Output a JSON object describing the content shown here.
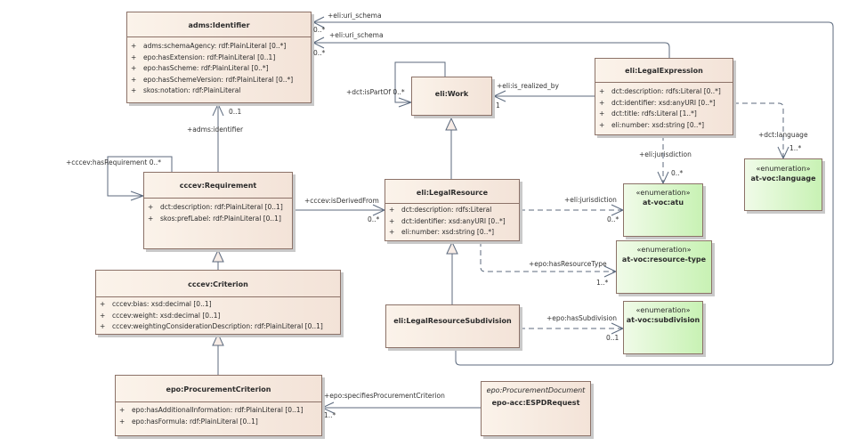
{
  "classes": {
    "identifier": {
      "name": "adms:Identifier",
      "attributes": [
        {
          "vis": "+",
          "text": "adms:schemaAgency: rdf:PlainLiteral [0..*]"
        },
        {
          "vis": "+",
          "text": "epo:hasExtension: rdf:PlainLiteral [0..1]"
        },
        {
          "vis": "+",
          "text": "epo:hasScheme: rdf:PlainLiteral [0..*]"
        },
        {
          "vis": "+",
          "text": "epo:hasSchemeVersion: rdf:PlainLiteral [0..*]"
        },
        {
          "vis": "+",
          "text": "skos:notation: rdf:PlainLiteral"
        }
      ]
    },
    "work": {
      "name": "eli:Work"
    },
    "legal_expression": {
      "name": "eli:LegalExpression",
      "attributes": [
        {
          "vis": "+",
          "text": "dct:description: rdfs:Literal [0..*]"
        },
        {
          "vis": "+",
          "text": "dct:identifier: xsd:anyURI [0..*]"
        },
        {
          "vis": "+",
          "text": "dct:title: rdfs:Literal [1..*]"
        },
        {
          "vis": "+",
          "text": "eli:number: xsd:string [0..*]"
        }
      ]
    },
    "requirement": {
      "name": "cccev:Requirement",
      "attributes": [
        {
          "vis": "+",
          "text": "dct:description: rdf:PlainLiteral [0..1]"
        },
        {
          "vis": "+",
          "text": "skos:prefLabel: rdf:PlainLiteral [0..1]"
        }
      ]
    },
    "legal_resource": {
      "name": "eli:LegalResource",
      "attributes": [
        {
          "vis": "+",
          "text": "dct:description: rdfs:Literal"
        },
        {
          "vis": "+",
          "text": "dct:identifier: xsd:anyURI [0..*]"
        },
        {
          "vis": "+",
          "text": "eli:number: xsd:string [0..*]"
        }
      ]
    },
    "criterion": {
      "name": "cccev:Criterion",
      "attributes": [
        {
          "vis": "+",
          "text": "cccev:bias: xsd:decimal [0..1]"
        },
        {
          "vis": "+",
          "text": "cccev:weight: xsd:decimal [0..1]"
        },
        {
          "vis": "+",
          "text": "cccev:weightingConsiderationDescription: rdf:PlainLiteral [0..1]"
        }
      ]
    },
    "legal_resource_subdivision": {
      "name": "eli:LegalResourceSubdivision"
    },
    "procurement_criterion": {
      "name": "epo:ProcurementCriterion",
      "attributes": [
        {
          "vis": "+",
          "text": "epo:hasAdditionalInformation: rdf:PlainLiteral [0..1]"
        },
        {
          "vis": "+",
          "text": "epo:hasFormula: rdf:PlainLiteral [0..1]"
        }
      ]
    },
    "espd_request": {
      "stereotype": "epo:ProcurementDocument",
      "name": "epo-acc:ESPDRequest"
    }
  },
  "enumerations": {
    "language": {
      "stereotype": "«enumeration»",
      "name": "at-voc:language"
    },
    "atu": {
      "stereotype": "«enumeration»",
      "name": "at-voc:atu"
    },
    "resource_type": {
      "stereotype": "«enumeration»",
      "name": "at-voc:resource-type"
    },
    "subdivision": {
      "stereotype": "«enumeration»",
      "name": "at-voc:subdivision"
    }
  },
  "associations": {
    "uri_schema_1": {
      "role": "+eli:uri_schema",
      "mult": "0..*"
    },
    "uri_schema_2": {
      "role": "+eli:uri_schema",
      "mult": "0..*"
    },
    "is_part_of": {
      "role": "+dct:isPartOf 0..*"
    },
    "is_realized_by": {
      "role": "+eli:is_realized_by",
      "mult": "1"
    },
    "adms_identifier": {
      "role": "+adms:identifier",
      "mult": "0..1"
    },
    "has_requirement": {
      "role": "+cccev:hasRequirement 0..*"
    },
    "is_derived_from": {
      "role": "+cccev:isDerivedFrom",
      "mult": "0..*"
    },
    "jurisdiction_expr": {
      "role": "+eli:jurisdiction",
      "mult": "0..*"
    },
    "jurisdiction_res": {
      "role": "+eli:jurisdiction",
      "mult": "0..*"
    },
    "language": {
      "role": "+dct:language",
      "mult": "1..*"
    },
    "has_resource_type": {
      "role": "+epo:hasResourceType",
      "mult": "1..*"
    },
    "has_subdivision": {
      "role": "+epo:hasSubdivision",
      "mult": "0..1"
    },
    "specifies_proc_criterion": {
      "role": "+epo:specifiesProcurementCriterion",
      "mult": "1..*"
    }
  }
}
